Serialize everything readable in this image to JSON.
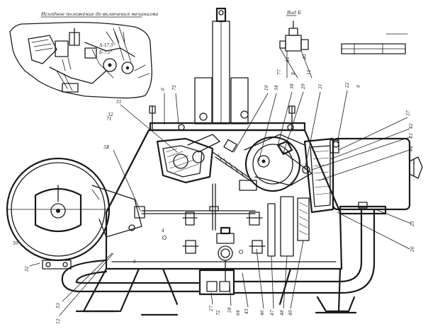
{
  "drawing": {
    "caption": "Исходное положение до включения механизма",
    "view_title": "Вид Б",
    "callouts": [
      "41",
      "40",
      "6",
      "75",
      "51",
      "32",
      "33",
      "10",
      "34",
      "38",
      "29",
      "31",
      "22",
      "37",
      "42",
      "43",
      "44",
      "25",
      "26",
      "27",
      "28",
      "45",
      "46",
      "47",
      "48",
      "49",
      "50",
      "52",
      "53",
      "12",
      "71",
      "77",
      "72",
      "64",
      "2",
      "8",
      "11",
      "9",
      "6"
    ],
    "markings": [
      "А-17,5°",
      "Б-7,5°",
      "4"
    ]
  }
}
